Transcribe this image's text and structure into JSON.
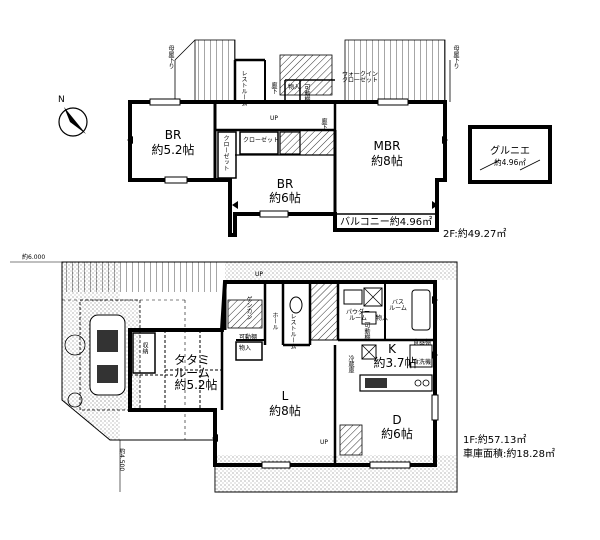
{
  "floor2": {
    "rooms": {
      "br1": {
        "name": "BR",
        "size": "約5.2帖"
      },
      "br2": {
        "name": "BR",
        "size": "約6帖"
      },
      "mbr": {
        "name": "MBR",
        "size": "約8帖"
      },
      "gurunie": {
        "name": "グルニエ",
        "size": "約4.96㎡"
      },
      "balcony": "バルコニー約4.96㎡"
    },
    "labels": {
      "restroom": "レストルーム",
      "hallway": "廊下",
      "hallway2": "廊下",
      "storage": "物入",
      "shelf": "可動棚",
      "walkin": "ウォークイン\nクローゼット",
      "closet1": "クローゼット",
      "closet2": "クローゼット",
      "up": "UP",
      "fukinuke_left": "母屋下り",
      "fukinuke_right": "母屋下り"
    },
    "area": "2F:約49.27㎡"
  },
  "floor1": {
    "rooms": {
      "tatami": {
        "name": "タタミ\nルーム",
        "size": "約5.2帖"
      },
      "living": {
        "name": "L",
        "size": "約8帖"
      },
      "kitchen": {
        "name": "K",
        "size": "約3.7帖"
      },
      "dining": {
        "name": "D",
        "size": "約6帖"
      }
    },
    "labels": {
      "genkan": "ゲンカン",
      "hall": "ホール",
      "restroom": "レストルーム",
      "powder": "パウダー\nルーム",
      "bath": "バス\nルーム",
      "storage": "物入",
      "storage2": "物入",
      "shelf": "可動棚",
      "shelf2": "可動棚",
      "shuno": "収納",
      "pantry": "食器棚",
      "fridge": "冷蔵庫",
      "dishwasher": "食洗機",
      "up": "UP",
      "up2": "UP"
    },
    "area": "1F:約57.13㎡",
    "garage_area": "車庫面積:約18.28㎡",
    "dim_top": "約6.000",
    "dim_left": "約4.500"
  }
}
